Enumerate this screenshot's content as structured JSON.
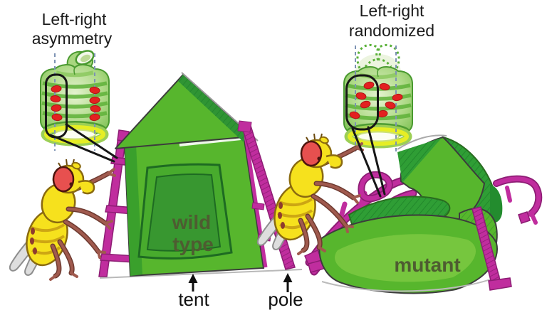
{
  "figure": {
    "left_panel": {
      "title_line1": "Left-right",
      "title_line2": "asymmetry",
      "tent_label_line1": "wild",
      "tent_label_line2": "type"
    },
    "right_panel": {
      "title_line1": "Left-right",
      "title_line2": "randomized",
      "tent_label": "mutant"
    },
    "annotations": {
      "tent_label": "tent",
      "pole_label": "pole"
    },
    "colors": {
      "tent_green": "#57b62d",
      "tent_green_dark": "#2f9e35",
      "door_green": "#48ab2d",
      "door_green_inner": "#389730",
      "pole_magenta": "#c02d9e",
      "pole_magenta_dark": "#8d1d74",
      "embryo_band_green": "#5fb239",
      "ring_yellow": "#e6ee25",
      "dot_red": "#e32020",
      "fly_yellow": "#f6e11d",
      "fly_eye_red": "#e7504f",
      "leg_brown": "#a05a4e",
      "wing_gray": "#dedede",
      "guide_blue": "#7d93b4",
      "label_olive": "#4e5c31",
      "text_black": "#1b1b1b"
    }
  }
}
